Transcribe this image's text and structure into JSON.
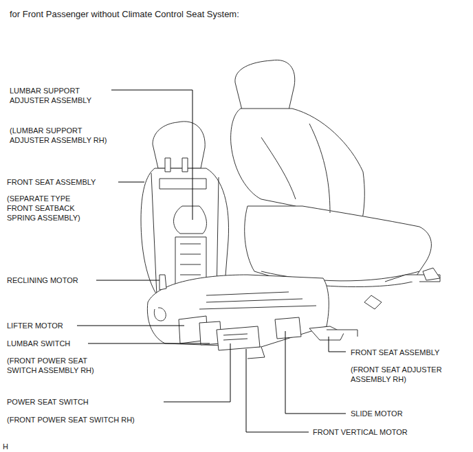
{
  "diagram": {
    "title": "for Front Passenger without Climate Control Seat System:",
    "labels": [
      "LUMBAR SUPPORT ADJUSTER ASSEMBLY",
      "(LUMBAR SUPPORT ADJUSTER ASSEMBLY RH)",
      "FRONT SEAT ASSEMBLY",
      "(SEPARATE TYPE FRONT SEATBACK SPRING ASSEMBLY)",
      "RECLINING MOTOR",
      "LIFTER MOTOR",
      "LUMBAR SWITCH",
      "(FRONT POWER SEAT SWITCH ASSEMBLY RH)",
      "POWER SEAT SWITCH",
      "(FRONT POWER SEAT SWITCH RH)",
      "FRONT SEAT ASSEMBLY",
      "(FRONT SEAT ADJUSTER ASSEMBLY RH)",
      "SLIDE MOTOR",
      "FRONT VERTICAL MOTOR",
      "H"
    ]
  }
}
